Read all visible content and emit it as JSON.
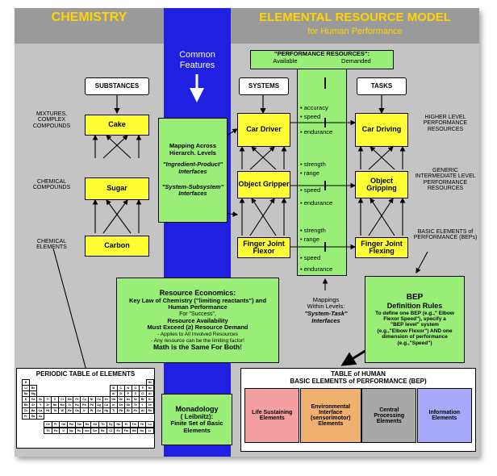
{
  "headers": {
    "chemistry": "CHEMISTRY",
    "model_title": "ELEMENTAL RESOURCE MODEL",
    "model_subtitle": "for Human Performance",
    "common_features": [
      "Common",
      "Features"
    ]
  },
  "columns": {
    "substances": "SUBSTANCES",
    "systems": "SYSTEMS",
    "tasks": "TASKS"
  },
  "substances": [
    "Cake",
    "Sugar",
    "Carbon"
  ],
  "systems": [
    "Car Driver",
    "Object Gripper",
    "Finger Joint Flexor"
  ],
  "tasks": [
    "Car Driving",
    "Object Gripping",
    "Finger Joint Flexing"
  ],
  "left_labels": [
    "MIXTURES, COMPLEX COMPOUNDS",
    "CHEMICAL COMPOUNDS",
    "CHEMICAL ELEMENTS"
  ],
  "right_labels": [
    "HIGHER LEVEL PERFORMANCE RESOURCES",
    "GENERIC INTERMEDIATE LEVEL PERFORMANCE RESOURCES",
    "BASIC ELEMENTS of PERFORMANCE (BEPs)"
  ],
  "performance_resources": {
    "title": "\"PERFORMANCE RESOURCES\":",
    "available": "Available",
    "demanded": "Demanded",
    "items": [
      "• accuracy",
      "• speed",
      "• endurance",
      "• strength",
      "• range",
      "• speed",
      "• endurance",
      "• strength",
      "• range",
      "• speed",
      "• endurance"
    ]
  },
  "mapping_box": {
    "title": "Mapping Across Hierarch. Levels",
    "line1": "\"Ingredient-Product\" Interfaces",
    "line2": "\"System-Subsystem\" Interfaces"
  },
  "resource_economics": {
    "title": "Resource Economics:",
    "l1": "Key Law of Chemistry (\"limiting reactants\") and Human Performance",
    "l2": "For \"Success\",",
    "l3": "Resource Availability",
    "l4": "Must  Exceed (≥) Resource Demand",
    "l5": "- Applies to All Involved Resources",
    "l6": "- Any resource can be the limiting factor!",
    "l7": "Math is the Same For Both!"
  },
  "mappings_within": {
    "l1": "Mappings",
    "l2": "Within Levels:",
    "l3": "\"System-Task\"",
    "l4": "Interfaces"
  },
  "bep_rules": {
    "title1": "BEP",
    "title2": "Definition Rules",
    "body1": "To define one BEP (e.g.,\" Elbow Flexor Speed\"), specify a",
    "body2": "\"BEP level\" system",
    "body3": "(e.g.,\"Elbow Flexor\") AND one dimension of performance",
    "body4": "(e.g.,\"Speed\")"
  },
  "periodic_table": {
    "title": "PERIODIC TABLE of ELEMENTS",
    "rows": [
      [
        "H",
        "",
        "",
        "",
        "",
        "",
        "",
        "",
        "",
        "",
        "",
        "",
        "",
        "",
        "",
        "",
        "",
        "He"
      ],
      [
        "Li",
        "Be",
        "",
        "",
        "",
        "",
        "",
        "",
        "",
        "",
        "",
        "",
        "B",
        "C",
        "N",
        "O",
        "F",
        "Ne"
      ],
      [
        "Na",
        "Mg",
        "",
        "",
        "",
        "",
        "",
        "",
        "",
        "",
        "",
        "",
        "Al",
        "Si",
        "P",
        "S",
        "Cl",
        "Ar"
      ],
      [
        "K",
        "Ca",
        "Sc",
        "Ti",
        "V",
        "Cr",
        "Mn",
        "Fe",
        "Co",
        "Ni",
        "Cu",
        "Zn",
        "Ga",
        "Ge",
        "As",
        "Se",
        "Br",
        "Kr"
      ],
      [
        "Rb",
        "Sr",
        "Y",
        "Zr",
        "Nb",
        "Mo",
        "Tc",
        "Ru",
        "Rh",
        "Pd",
        "Ag",
        "Cd",
        "In",
        "Sn",
        "Sb",
        "Te",
        "I",
        "Xe"
      ],
      [
        "Cs",
        "Ba",
        "La",
        "Hf",
        "Ta",
        "W",
        "Re",
        "Os",
        "Ir",
        "Pt",
        "Au",
        "Hg",
        "Tl",
        "Pb",
        "Bi",
        "Po",
        "At",
        "Rn"
      ],
      [
        "Fr",
        "Ra",
        "Ac",
        "",
        "",
        "",
        "",
        "",
        "",
        "",
        "",
        "",
        "",
        "",
        "",
        "",
        "",
        ""
      ]
    ],
    "lanth": [
      "Ce",
      "Pr",
      "Nd",
      "Pm",
      "Sm",
      "Eu",
      "Gd",
      "Tb",
      "Dy",
      "Ho",
      "Er",
      "Tm",
      "Yb",
      "Lu"
    ],
    "actin": [
      "Th",
      "Pa",
      "U",
      "Np",
      "Pu",
      "Am",
      "Cm",
      "Bk",
      "Cf",
      "Es",
      "Fm",
      "Md",
      "No",
      "Lr"
    ]
  },
  "monadology": {
    "l1": "Monadology",
    "l2": "( Leibnitz):",
    "l3": "Finite Set of Basic Elements"
  },
  "bep_table": {
    "title1": "TABLE of HUMAN",
    "title2": "BASIC ELEMENTS of PERFORMANCE (BEP)",
    "cells": [
      {
        "label": "Life Sustaining Elements",
        "color": "#f4a0a0"
      },
      {
        "label": "Environmental Interface (sensorimotor) Elements",
        "color": "#f0b070"
      },
      {
        "label": "Central Processing Elements",
        "color": "#a8a8a8"
      },
      {
        "label": "Information Elements",
        "color": "#a8a8f8"
      }
    ]
  },
  "colors": {
    "panel_gray": "#c4c4c4",
    "blue_band": "#2020e0",
    "header_yellow": "#ffd400",
    "box_yellow": "#ffff33",
    "box_green": "#99ee77"
  }
}
